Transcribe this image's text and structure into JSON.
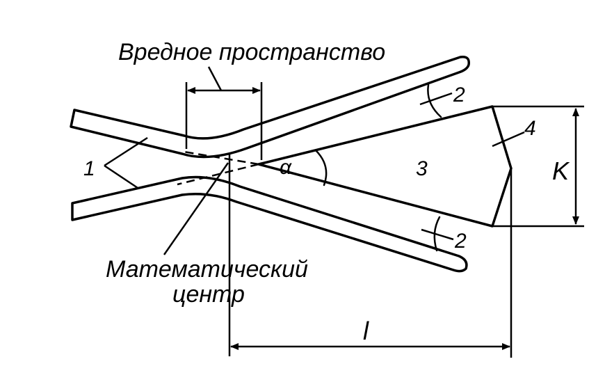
{
  "labels": {
    "harmful_space": "Вредное пространство",
    "math_center_line1": "Математический",
    "math_center_line2": "центр",
    "alpha": "α",
    "num_1": "1",
    "num_2_top": "2",
    "num_2_bottom": "2",
    "num_3": "3",
    "num_4": "4",
    "dim_k": "K",
    "dim_l": "l"
  }
}
